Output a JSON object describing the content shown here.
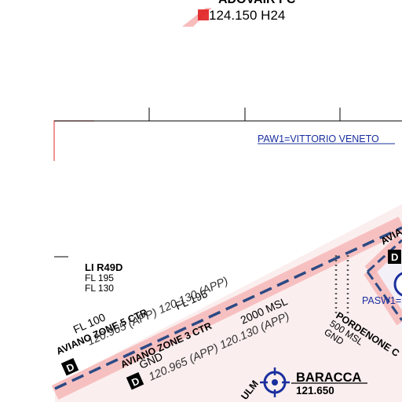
{
  "frequency_top": {
    "partial_label": "ADOVAIR FC",
    "freq": "124.150 H24"
  },
  "waypoint": {
    "label": "PAW1=VITTORIO VENETO"
  },
  "restricted_area": {
    "name": "LI R49D",
    "upper": "FL 195",
    "lower": "FL 130"
  },
  "zone5": {
    "name": "AVIANO ZONE 5 CTR",
    "upper": "FL 195",
    "lower": "FL 100",
    "freq": "120.965 (APP) 120.130 (APP)",
    "class": "D"
  },
  "zone3": {
    "name": "AVIANO ZONE 3 CTR",
    "upper": "2000 MSL",
    "lower": "GND",
    "freq": "120.965 (APP) 120.130 (APP)",
    "class": "D"
  },
  "aviano_right": {
    "name": "AVIA",
    "class": "D",
    "waypoint": "PASW1="
  },
  "pordenone": {
    "name": "PORDENONE C",
    "upper": "500 MSL",
    "lower": "GND"
  },
  "baracca": {
    "name": "BARACCA",
    "freq": "121.650",
    "ulm": "ULM"
  },
  "colors": {
    "zone_fill": "#fde8e8",
    "zone_edge": "#f4a6a6",
    "boundary": "#2c4a84",
    "red_mark": "#e02020",
    "blue_text": "#1a2f9e"
  }
}
